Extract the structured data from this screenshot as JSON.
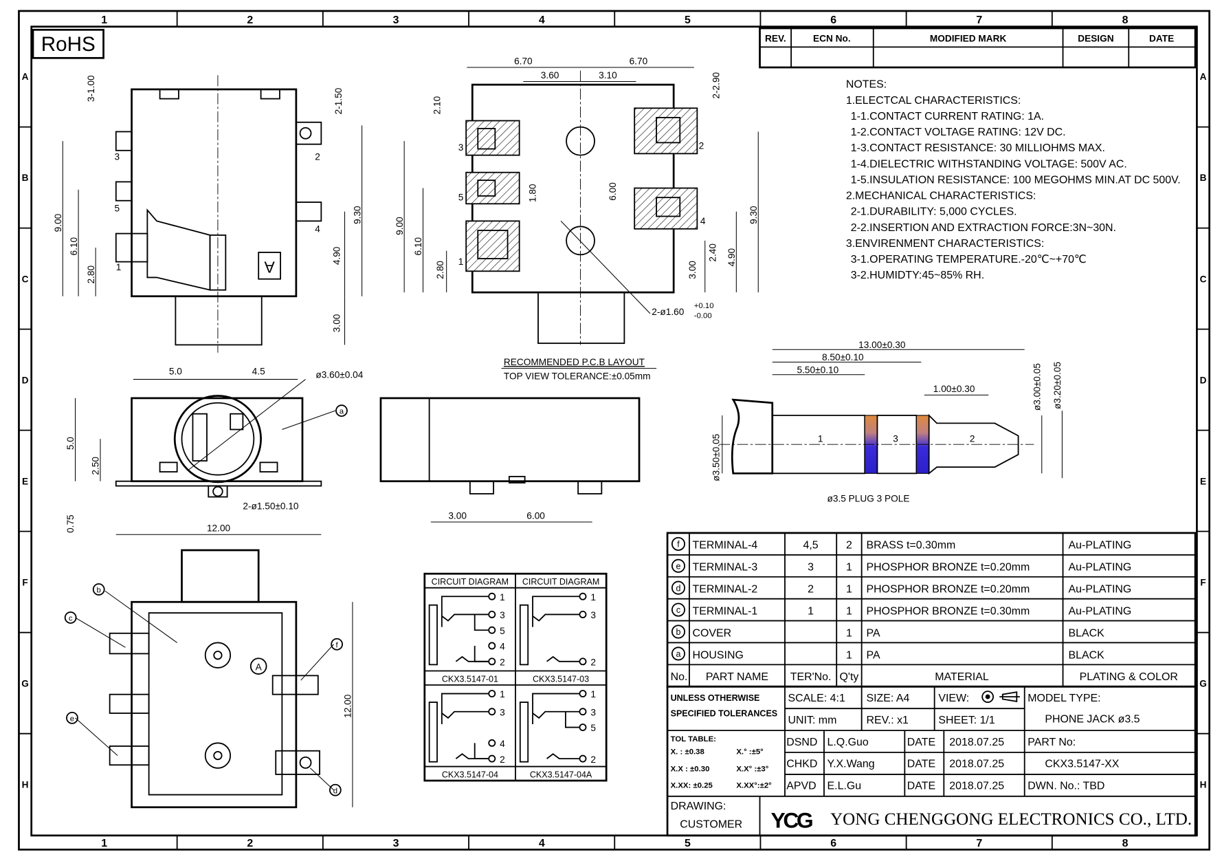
{
  "logo_text": "RoHS",
  "grid": {
    "columns": [
      "1",
      "2",
      "3",
      "4",
      "5",
      "6",
      "7",
      "8"
    ],
    "rows": [
      "A",
      "B",
      "C",
      "D",
      "E",
      "F",
      "G",
      "H"
    ]
  },
  "revision_table": {
    "headers": [
      "REV.",
      "ECN No.",
      "MODIFIED MARK",
      "DESIGN",
      "DATE"
    ]
  },
  "notes": [
    "NOTES:",
    "1.ELECTCAL CHARACTERISTICS:",
    "1-1.CONTACT CURRENT RATING:   1A.",
    "1-2.CONTACT VOLTAGE RATING: 12V DC.",
    "1-3.CONTACT RESISTANCE: 30 MILLIOHMS MAX.",
    "1-4.DIELECTRIC WITHSTANDING VOLTAGE: 500V AC.",
    "1-5.INSULATION RESISTANCE: 100 MEGOHMS MIN.AT DC 500V.",
    "2.MECHANICAL CHARACTERISTICS:",
    "2-1.DURABILITY: 5,000 CYCLES.",
    "2-2.INSERTION AND EXTRACTION FORCE:3N~30N.",
    "3.ENVIRENMENT CHARACTERISTICS:",
    "3-1.OPERATING TEMPERATURE.-20℃~+70℃",
    "3-2.HUMIDTY:45~85% RH."
  ],
  "views": {
    "top_left_dims": [
      "3-1.00",
      "2-1.50",
      "9.00",
      "6.10",
      "2.80",
      "9.30",
      "4.90",
      "3.00"
    ],
    "top_left_pins": [
      "3",
      "2",
      "5",
      "4",
      "1"
    ],
    "top_left_mark": "A",
    "pcb_dims": [
      "6.70",
      "6.70",
      "3.60",
      "3.10",
      "2.10",
      "2-2.90",
      "1.80",
      "6.00",
      "9.00",
      "6.10",
      "2.80",
      "9.30",
      "3.00",
      "2.40",
      "4.90",
      "2-ø1.60",
      "+0.10",
      "-0.00"
    ],
    "pcb_pins": [
      "3",
      "2",
      "5",
      "4",
      "1"
    ],
    "pcb_caption": "RECOMMENDED P.C.B LAYOUT",
    "pcb_tolerance": "TOP VIEW TOLERANCE:±0.05mm",
    "front_dims": [
      "5.0",
      "4.5",
      "ø3.60±0.04",
      "5.0",
      "2.50",
      "2-ø1.50±0.10",
      "0.75",
      "12.00"
    ],
    "front_callout": "a",
    "side_dims": [
      "3.00",
      "6.00"
    ],
    "plug_dims": [
      "13.00±0.30",
      "8.50±0.10",
      "5.50±0.10",
      "1.00±0.30",
      "ø3.00±0.05",
      "ø3.20±0.05",
      "ø3.50±0.05"
    ],
    "plug_sections": [
      "1",
      "3",
      "2"
    ],
    "plug_caption": "ø3.5 PLUG 3 POLE",
    "bottom_callouts": [
      "b",
      "c",
      "f",
      "e",
      "d"
    ],
    "bottom_dim": "12.00",
    "bottom_mark": "A"
  },
  "circuit_diagrams": [
    {
      "header": "CIRCUIT DIAGRAM",
      "model": "CKX3.5147-01",
      "pins": [
        "1",
        "3",
        "5",
        "4",
        "2"
      ]
    },
    {
      "header": "CIRCUIT DIAGRAM",
      "model": "CKX3.5147-03",
      "pins": [
        "1",
        "3",
        "2"
      ]
    },
    {
      "model": "CKX3.5147-04",
      "pins": [
        "1",
        "3",
        "4",
        "2"
      ]
    },
    {
      "model": "CKX3.5147-04A",
      "pins": [
        "1",
        "3",
        "5",
        "2"
      ]
    }
  ],
  "bom": {
    "headers": [
      "No.",
      "PART NAME",
      "TER'No.",
      "Q'ty",
      "MATERIAL",
      "PLATING & COLOR"
    ],
    "rows": [
      {
        "no": "f",
        "name": "TERMINAL-4",
        "ter": "4,5",
        "qty": "2",
        "material": "BRASS t=0.30mm",
        "plating": "Au-PLATING"
      },
      {
        "no": "e",
        "name": "TERMINAL-3",
        "ter": "3",
        "qty": "1",
        "material": "PHOSPHOR BRONZE t=0.20mm",
        "plating": "Au-PLATING"
      },
      {
        "no": "d",
        "name": "TERMINAL-2",
        "ter": "2",
        "qty": "1",
        "material": "PHOSPHOR BRONZE t=0.20mm",
        "plating": "Au-PLATING"
      },
      {
        "no": "c",
        "name": "TERMINAL-1",
        "ter": "1",
        "qty": "1",
        "material": "PHOSPHOR BRONZE t=0.30mm",
        "plating": "Au-PLATING"
      },
      {
        "no": "b",
        "name": "COVER",
        "ter": "",
        "qty": "1",
        "material": "PA",
        "plating": "BLACK"
      },
      {
        "no": "a",
        "name": "HOUSING",
        "ter": "",
        "qty": "1",
        "material": "PA",
        "plating": "BLACK"
      }
    ]
  },
  "title_block": {
    "tolerance_label_1": "UNLESS OTHERWISE",
    "tolerance_label_2": "SPECIFIED TOLERANCES",
    "scale": "SCALE: 4:1",
    "size": "SIZE:  A4",
    "view": "VIEW:",
    "unit": "UNIT:  mm",
    "rev": "REV.:  x1",
    "sheet": "SHEET:  1/1",
    "model_type_label": "MODEL TYPE:",
    "model_type": "PHONE JACK ø3.5",
    "tol_table": [
      "TOL TABLE:",
      "X.  : ±0.38",
      "X.°  :±5°",
      "X.X : ±0.30",
      "X.X° :±3°",
      "X.XX: ±0.25",
      "X.XX°:±2°"
    ],
    "signoffs": [
      {
        "role": "DSND",
        "name": "L.Q.Guo",
        "date_label": "DATE",
        "date": "2018.07.25"
      },
      {
        "role": "CHKD",
        "name": "Y.X.Wang",
        "date_label": "DATE",
        "date": "2018.07.25"
      },
      {
        "role": "APVD",
        "name": "E.L.Gu",
        "date_label": "DATE",
        "date": "2018.07.25"
      }
    ],
    "part_no_label": "PART No:",
    "part_no": "CKX3.5147-XX",
    "dwn_no": "DWN. No.:  TBD",
    "drawing_label": "DRAWING:",
    "customer_label": "CUSTOMER",
    "company_logo": "YCG",
    "company_name": "YONG CHENGGONG ELECTRONICS CO., LTD."
  },
  "colors": {
    "band_orange": "#e08a3c",
    "band_blue": "#3a2bd8"
  }
}
